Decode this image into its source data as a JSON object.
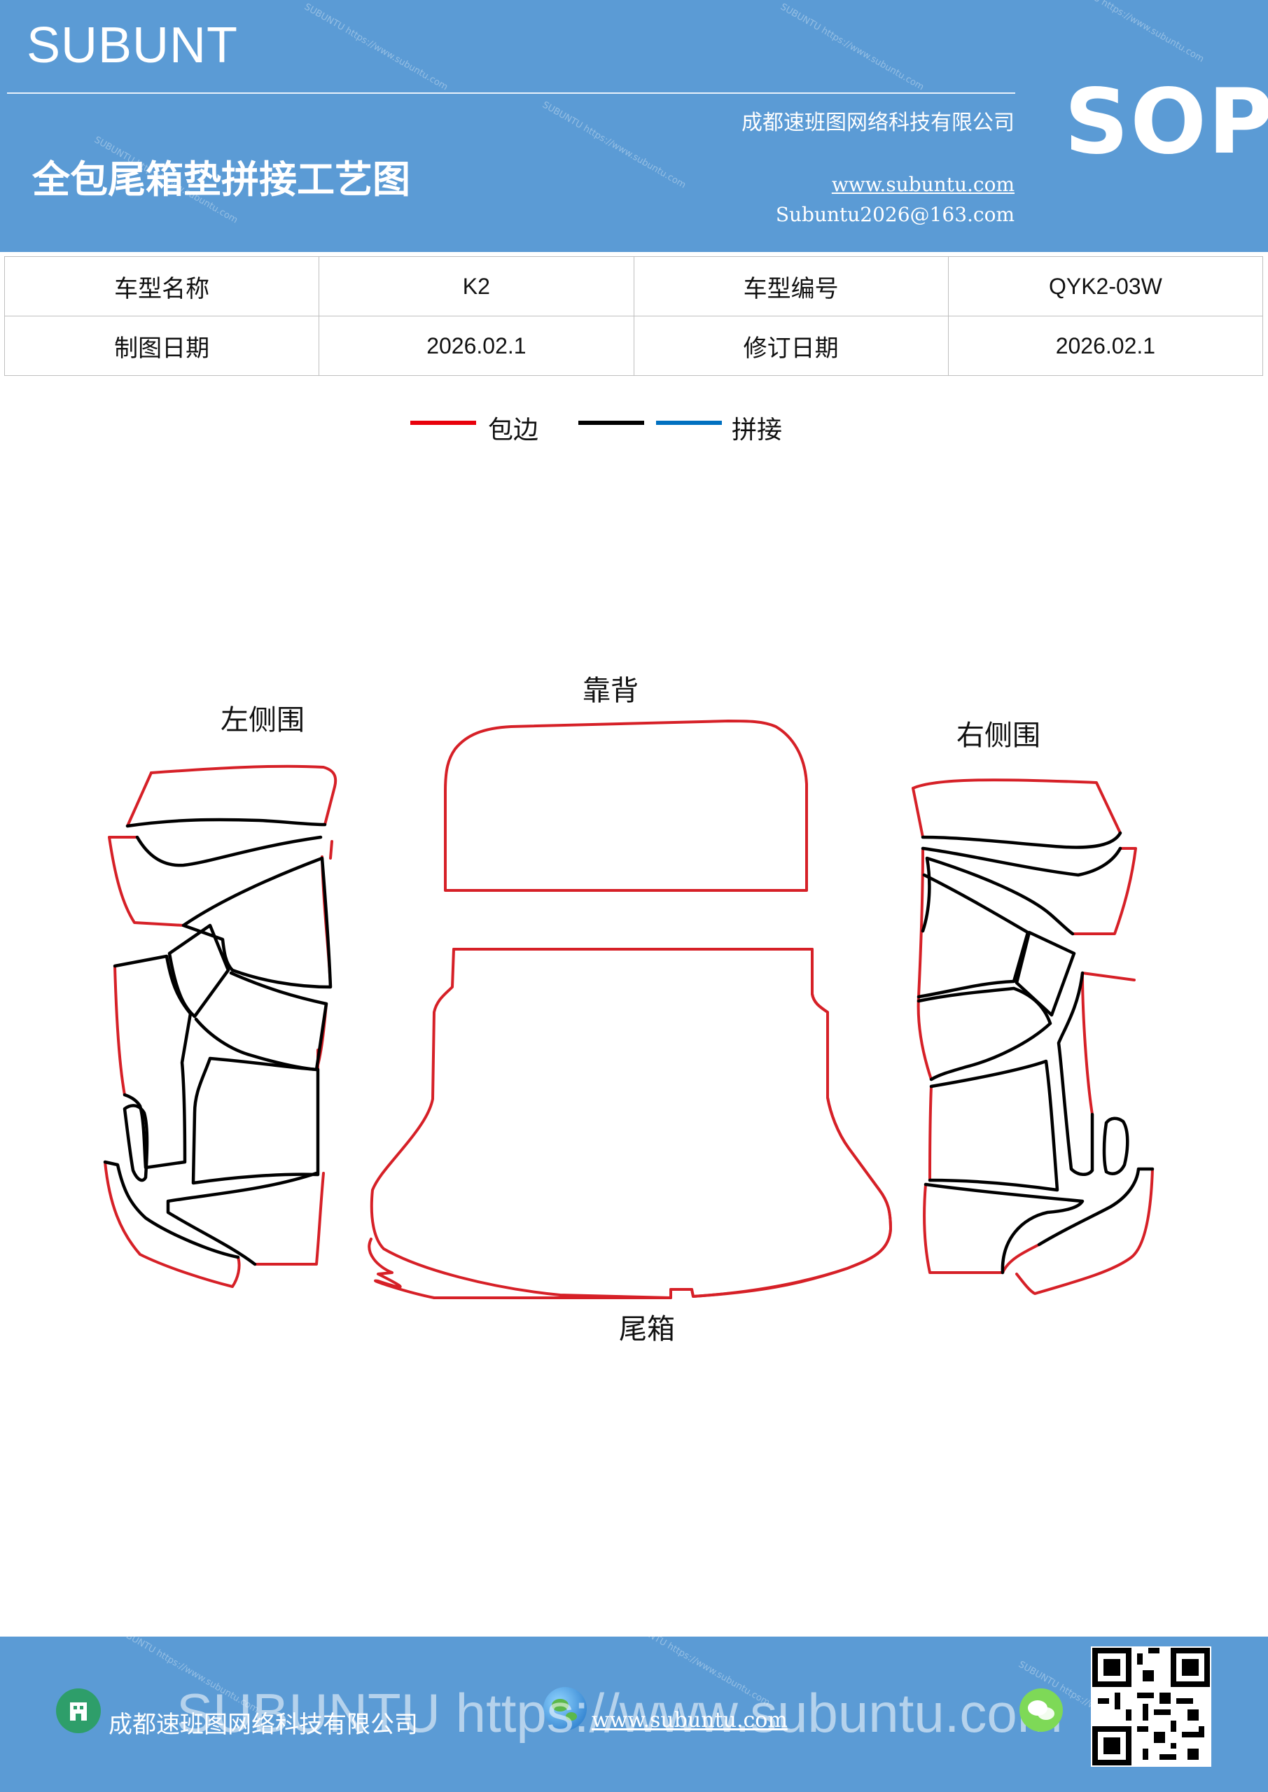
{
  "header": {
    "brand": "SUBUNT",
    "company": "成都速班图网络科技有限公司",
    "title": "全包尾箱垫拼接工艺图",
    "website": "www.subuntu.com",
    "email": "Subuntu2026@163.com",
    "badge": "SOP",
    "watermark": "SUBUNTU https://www.subuntu.com"
  },
  "info_table": {
    "rows": [
      [
        "车型名称",
        "K2",
        "车型编号",
        "QYK2-03W"
      ],
      [
        "制图日期",
        "2026.02.1",
        "修订日期",
        "2026.02.1"
      ]
    ]
  },
  "legend": {
    "items": [
      {
        "label": "包边",
        "color": "#e8000b"
      },
      {
        "label": "",
        "color": "#000000"
      },
      {
        "label": "拼接",
        "color": "#0070c0"
      }
    ]
  },
  "parts": {
    "left_side": "左侧围",
    "backrest": "靠背",
    "right_side": "右侧围",
    "trunk": "尾箱"
  },
  "colors": {
    "header_blue": "#5b9bd5",
    "edge_red": "#d62027",
    "seam_black": "#000000"
  },
  "footer": {
    "company": "成都速班图网络科技有限公司",
    "website": "www.subuntu.com",
    "watermark": "SUBUNTU https://www.subuntu.com",
    "icons": [
      "building-icon",
      "globe-icon",
      "wechat-icon",
      "qr-code"
    ]
  }
}
